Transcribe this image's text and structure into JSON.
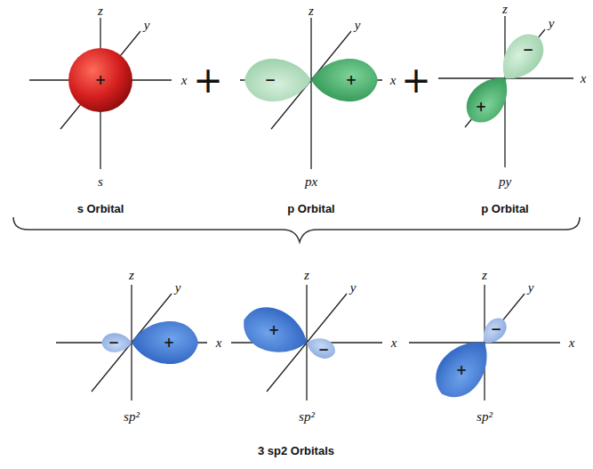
{
  "diagram": {
    "caption": "3 sp2 Orbitals",
    "labels": [
      "z",
      "y",
      "x",
      "+",
      "s",
      "+",
      "z",
      "y",
      "x",
      "−",
      "+",
      "px",
      "+",
      "z",
      "y",
      "x",
      "−",
      "+",
      "py",
      "s Orbital",
      "p Orbital",
      "p Orbital",
      "z",
      "y",
      "x",
      "−",
      "+",
      "sp²",
      "z",
      "y",
      "x",
      "+",
      "−",
      "sp²",
      "z",
      "y",
      "x",
      "+",
      "−",
      "sp²"
    ]
  }
}
